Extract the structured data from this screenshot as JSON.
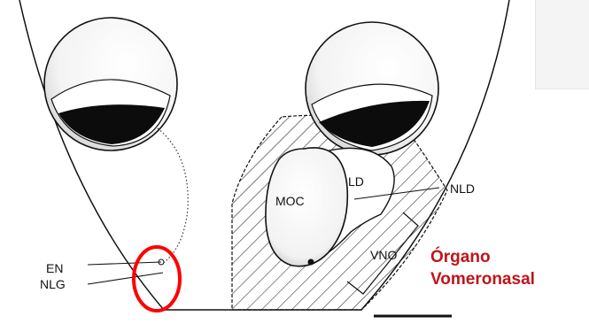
{
  "figure": {
    "labels": {
      "moc": "MOC",
      "ld": "LD",
      "nld": "NLD",
      "vno": "VNO",
      "en": "EN",
      "nlg": "NLG"
    },
    "annotation": {
      "line1": "Órgano",
      "line2": "Vomeronasal",
      "color": "#c0141a"
    },
    "highlight_color": "#ff0000",
    "ink_color": "#111111"
  }
}
